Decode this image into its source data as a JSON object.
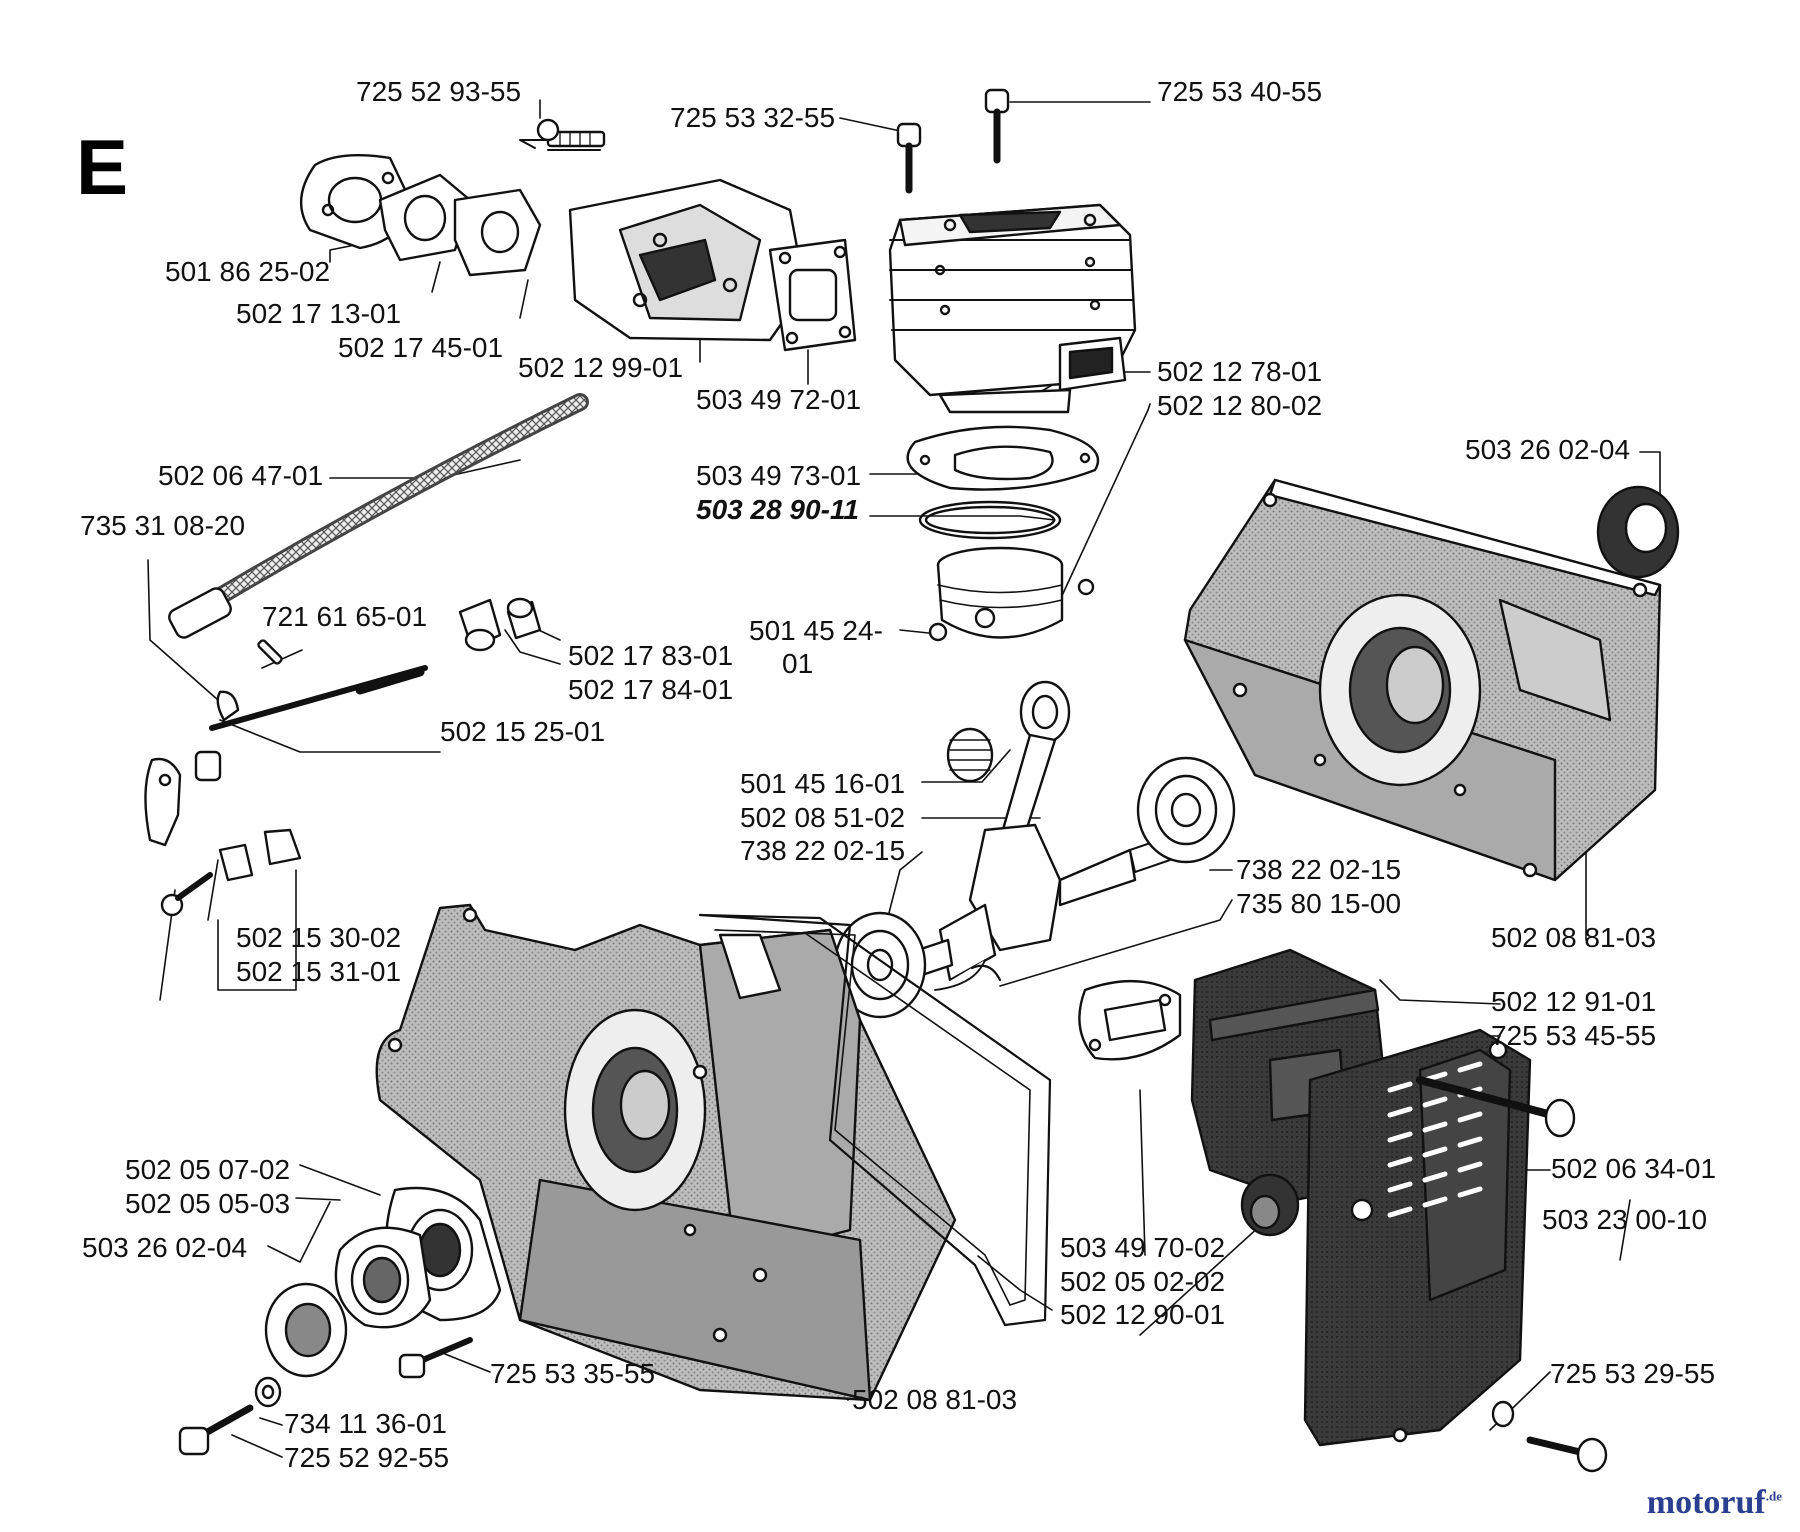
{
  "section_letter": "E",
  "watermark": {
    "brand": "motoruf",
    "tld": ".de"
  },
  "labels": {
    "l01": "725 52 93-55",
    "l02": "725 53 32-55",
    "l03": "725 53 40-55",
    "l04": "501 86 25-02",
    "l05": "502 17 13-01",
    "l06": "502 17 45-01",
    "l07": "502 12 99-01",
    "l08": "503 49 72-01",
    "l09": "502 12 78-01",
    "l10": "502 12 80-02",
    "l11": "503 26 02-04",
    "l12": "502 06 47-01",
    "l13": "503 49 73-01",
    "l14": "503 28 90-11",
    "l15": "735 31 08-20",
    "l16": "721 61 65-01",
    "l17": "501 45 24-",
    "l18": "01",
    "l19": "502 17 83-01",
    "l20": "502 17 84-01",
    "l21": "502 15 25-01",
    "l22": "501 45 16-01",
    "l23": "502 08 51-02",
    "l24": "738 22 02-15",
    "l25": "738 22 02-15",
    "l26": "735 80 15-00",
    "l27": "502 08 81-03",
    "l28": "502 15 30-02",
    "l29": "502 15 31-01",
    "l30": "502 12 91-01",
    "l31": "725 53 45-55",
    "l32": "502 06 34-01",
    "l33": "503 23 00-10",
    "l34": "502 05 07-02",
    "l35": "502 05 05-03",
    "l36": "503 26 02-04",
    "l37": "503 49 70-02",
    "l38": "502 05 02-02",
    "l39": "502 12 90-01",
    "l40": "725 53 35-55",
    "l41": "502 08 81-03",
    "l42": "725 53 29-55",
    "l43": "734 11 36-01",
    "l44": "725 52 92-55"
  }
}
